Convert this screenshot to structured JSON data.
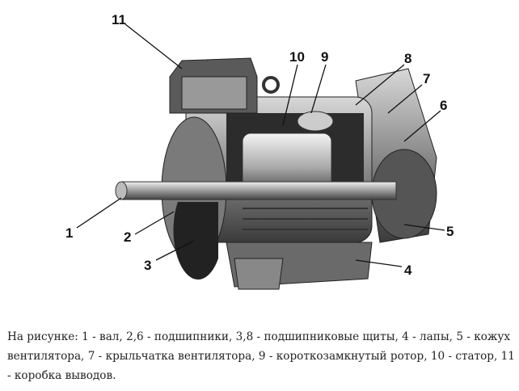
{
  "diagram": {
    "labels": [
      "1",
      "2",
      "3",
      "4",
      "5",
      "6",
      "7",
      "8",
      "9",
      "10",
      "11"
    ]
  },
  "caption": "На рисунке: 1 - вал, 2,6 - подшипники, 3,8 - подшипниковые щиты, 4 - лапы, 5 - кожух вентилятора, 7 - крыльчатка вентилятора, 9 - короткозамкнутый ротор, 10 - статор, 11 - коробка выводов."
}
